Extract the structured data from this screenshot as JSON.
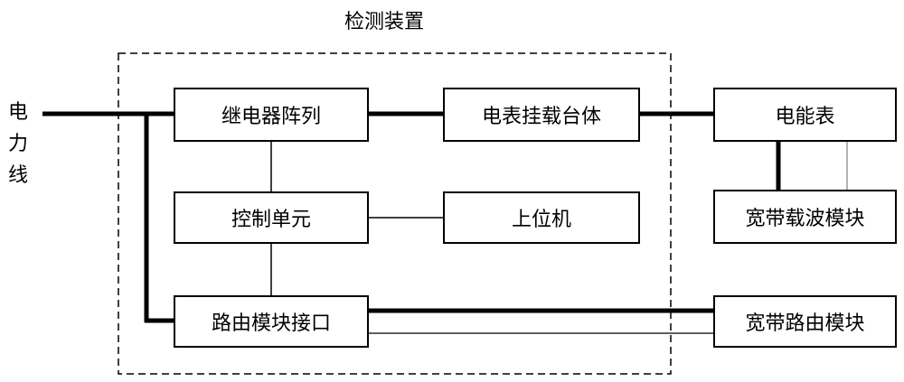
{
  "device": {
    "title": "检测装置"
  },
  "power_line": {
    "chars": [
      "电",
      "力",
      "线"
    ]
  },
  "blocks": {
    "relay_array": "继电器阵列",
    "meter_mount": "电表挂载台体",
    "control_unit": "控制单元",
    "host_pc": "上位机",
    "route_interface": "路由模块接口",
    "energy_meter": "电能表",
    "carrier_module": "宽带载波模块",
    "route_module": "宽带路由模块"
  }
}
